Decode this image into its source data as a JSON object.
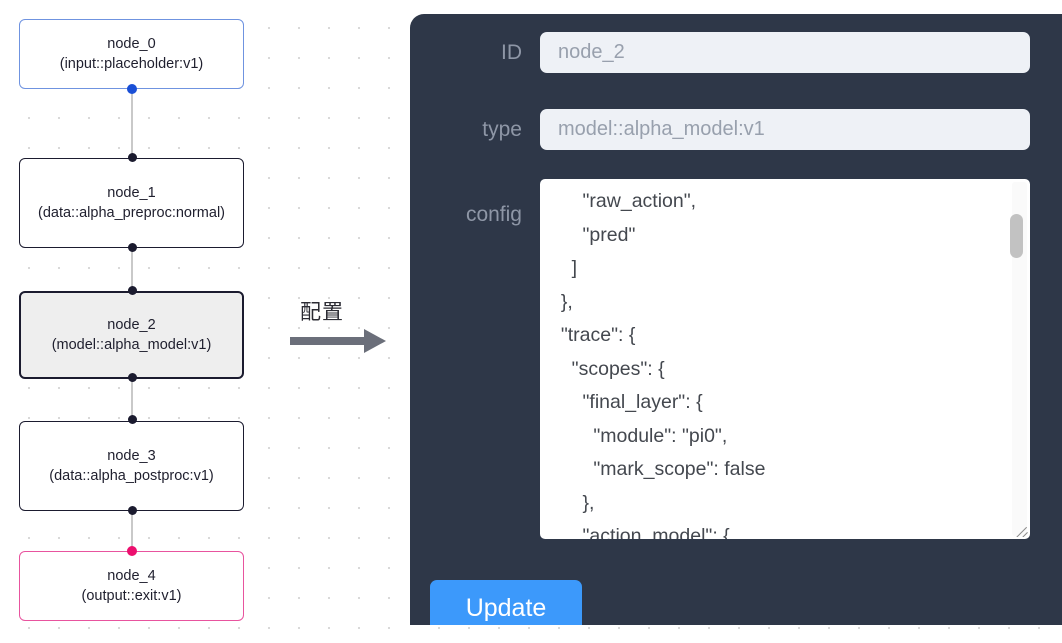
{
  "canvas": {
    "name": "node-graph-canvas",
    "nodes": [
      {
        "id": "node_0",
        "type": "(input::placeholder:v1)",
        "role": "input",
        "selected": false
      },
      {
        "id": "node_1",
        "type": "(data::alpha_preproc:normal)",
        "role": "default",
        "selected": false
      },
      {
        "id": "node_2",
        "type": "(model::alpha_model:v1)",
        "role": "default",
        "selected": true
      },
      {
        "id": "node_3",
        "type": "(data::alpha_postproc:v1)",
        "role": "default",
        "selected": false
      },
      {
        "id": "node_4",
        "type": "(output::exit:v1)",
        "role": "output",
        "selected": false
      }
    ],
    "colors": {
      "input_border": "#6f93e0",
      "output_border": "#e8539e",
      "default_border": "#1b1b2f",
      "selected_fill": "#eeeeee",
      "edge": "#c9c9c9",
      "handle": "#1b1b2f",
      "handle_input": "#1a4fd6",
      "handle_output": "#ec0f6e",
      "grid_dot": "#d8d8d8"
    }
  },
  "transition": {
    "label": "配置",
    "arrow_color": "#6b6f7a"
  },
  "panel": {
    "background": "#2e3748",
    "fields": {
      "id": {
        "label": "ID",
        "value": "node_2"
      },
      "type": {
        "label": "type",
        "value": "model::alpha_model:v1"
      },
      "config": {
        "label": "config",
        "value": "      \"raw_action\",\n      \"pred\"\n    ]\n  },\n  \"trace\": {\n    \"scopes\": {\n      \"final_layer\": {\n        \"module\": \"pi0\",\n        \"mark_scope\": false\n      },\n      \"action_model\": {"
      }
    },
    "update_button": {
      "label": "Update",
      "color": "#3c99fb"
    }
  }
}
